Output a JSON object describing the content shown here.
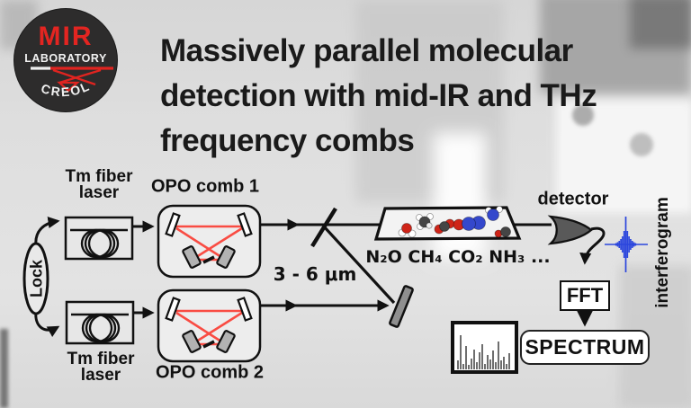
{
  "logo": {
    "line1": "MIR",
    "line2": "LABORATORY",
    "line3": "CREOL",
    "accent_red": "#e02420",
    "circle_color": "#2d2c2c"
  },
  "title": {
    "lines": [
      "Massively parallel molecular",
      "detection with mid-IR and THz",
      "frequency combs"
    ]
  },
  "diagram": {
    "tm_laser_top": "Tm fiber\nlaser",
    "tm_laser_bottom": "Tm fiber\nlaser",
    "lock_label": "Lock",
    "opo1_label": "OPO comb 1",
    "opo2_label": "OPO comb 2",
    "wavelength_label": "3 - 6 μm",
    "gases_label": "N₂O  CH₄  CO₂  NH₃ ...",
    "detector_label": "detector",
    "fft_label": "FFT",
    "spectrum_label": "SPECTRUM",
    "interferogram_label": "interferogram",
    "beam_red": "#f94c43",
    "interferogram_blue": "#2b46dd",
    "molecule_colors": {
      "oxygen_red": "#cf2418",
      "nitrogen_blue": "#3448cc",
      "carbon_gray": "#454545",
      "hydrogen_white": "#ffffff"
    }
  },
  "spectrum_inset": {
    "bar_heights": [
      10,
      38,
      6,
      26,
      5,
      12,
      22,
      8,
      19,
      28,
      6,
      16,
      11,
      21,
      8,
      31,
      10,
      14,
      6,
      18
    ]
  },
  "interferogram_spikes": {
    "heights": [
      3,
      5,
      8,
      12,
      18,
      30,
      62,
      30,
      18,
      12,
      8,
      5,
      3
    ],
    "spacing": 1.8
  }
}
